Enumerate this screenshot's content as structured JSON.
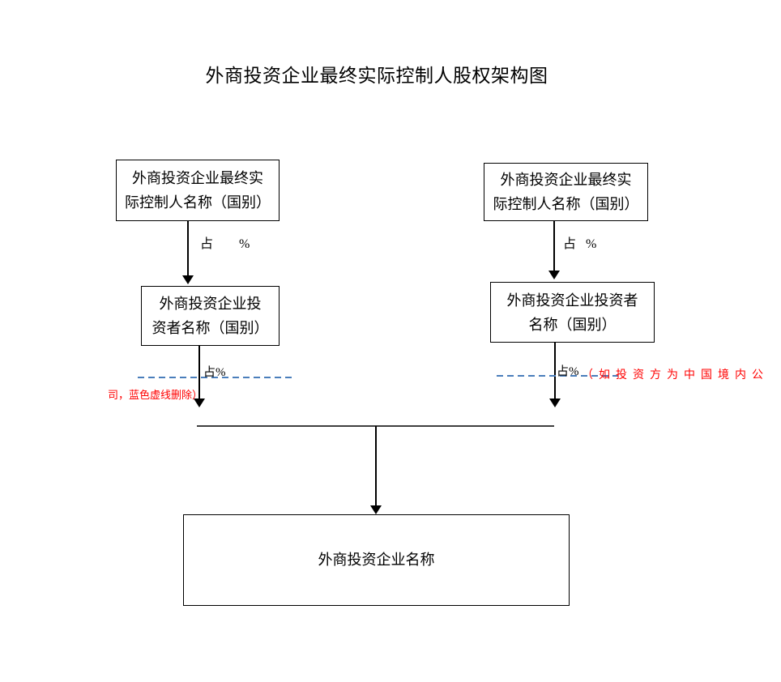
{
  "title": "外商投资企业最终实际控制人股权架构图",
  "colors": {
    "dashed_blue": "#4a7ebb",
    "annotation_red": "#ff0000",
    "line_black": "#000000"
  },
  "left_branch": {
    "controller_lines": [
      "外商投资企业最终实",
      "际控制人名称（国别）"
    ],
    "stake_label_top": "占        %",
    "investor_lines": [
      "外商投资企业投",
      "资者名称（国别）"
    ],
    "stake_label_bottom": "占%"
  },
  "right_branch": {
    "controller_lines": [
      "外商投资企业最终实",
      "际控制人名称（国别）"
    ],
    "stake_label_top": "占   %",
    "investor_lines": [
      "外商投资企业投资者",
      "名称（国别）"
    ],
    "stake_label_bottom": "占%"
  },
  "enterprise_label": "外商投资企业名称",
  "annotation": {
    "fragment_right": "（如投资方为中国境内公",
    "fragment_left": "司，蓝色虚线删除）"
  }
}
